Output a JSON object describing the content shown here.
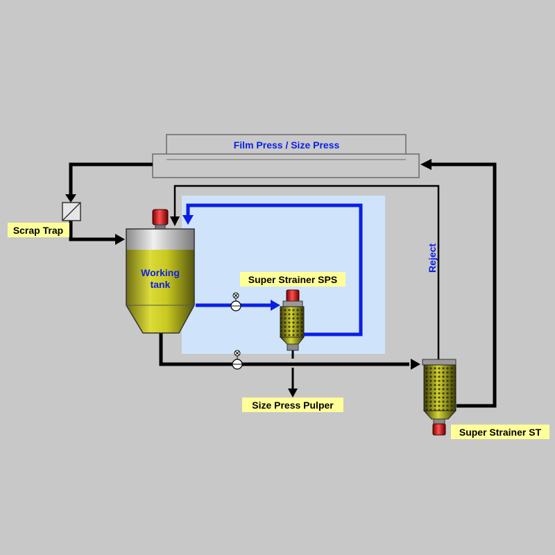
{
  "diagram": {
    "press_label": "Film Press / Size Press",
    "working_tank_line1": "Working",
    "working_tank_line2": "tank",
    "scrap_trap_label": "Scrap Trap",
    "sps_label": "Super Strainer SPS",
    "st_label": "Super Strainer ST",
    "pulper_label": "Size Press Pulper",
    "reject_label": "Reject"
  },
  "colors": {
    "background": "#c8c8c8",
    "zone_fill": "#cfe4fa",
    "main_line": "#000000",
    "circulation_line": "#0a1ee8",
    "label_bg": "#ffff99",
    "label_text": "#000000",
    "tank_text": "#0a1ee8",
    "liquid": "#c8c81e"
  },
  "icons": [
    "motor-icon",
    "flow-meter-icon",
    "screen-valve-icon",
    "arrowhead-icon"
  ]
}
